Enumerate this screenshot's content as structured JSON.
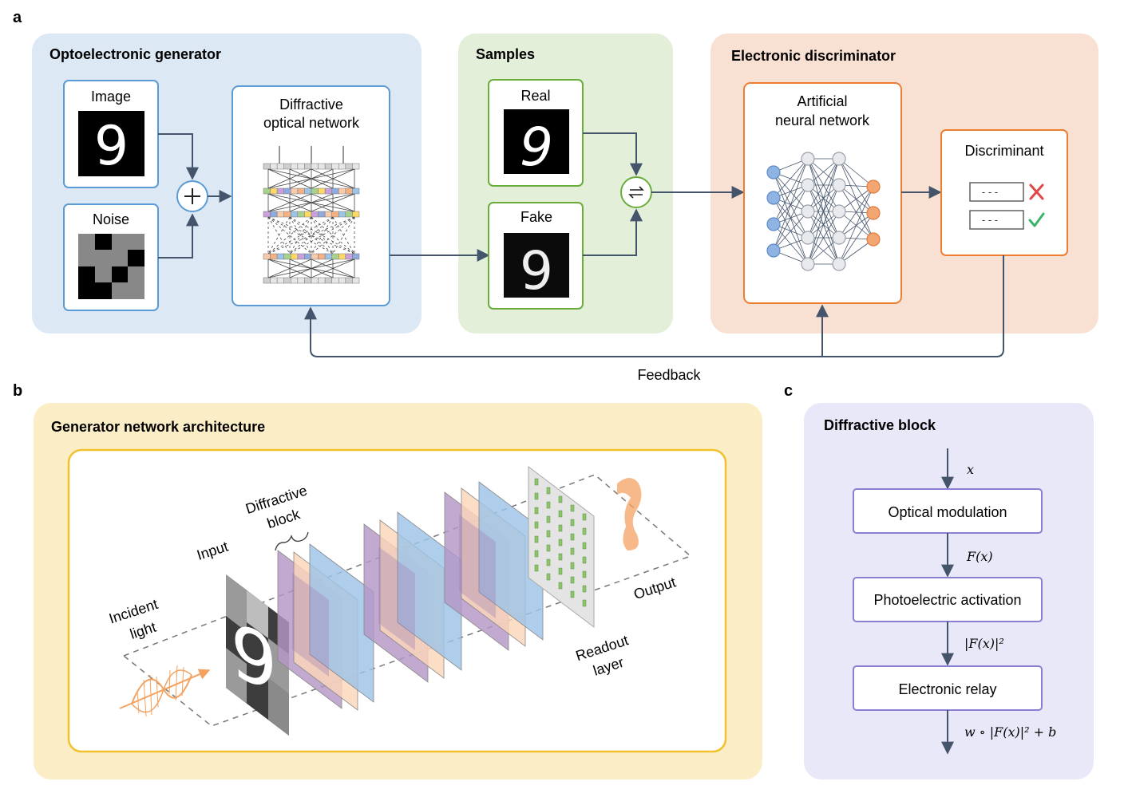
{
  "panel_labels": {
    "a": "a",
    "b": "b",
    "c": "c"
  },
  "panel_a": {
    "generator": {
      "title": "Optoelectronic generator",
      "image_label": "Image",
      "noise_label": "Noise",
      "dnn_label_line1": "Diffractive",
      "dnn_label_line2": "optical network",
      "image_digit": "9"
    },
    "samples": {
      "title": "Samples",
      "real_label": "Real",
      "fake_label": "Fake",
      "real_digit": "9",
      "fake_digit": "9"
    },
    "discriminator": {
      "title": "Electronic discriminator",
      "ann_label_line1": "Artificial",
      "ann_label_line2": "neural network",
      "discriminant_label": "Discriminant"
    },
    "feedback_label": "Feedback"
  },
  "panel_b": {
    "title": "Generator network architecture",
    "incident_line1": "Incident",
    "incident_line2": "light",
    "input_label": "Input",
    "block_line1": "Diffractive",
    "block_line2": "block",
    "output_label": "Output",
    "readout_line1": "Readout",
    "readout_line2": "layer",
    "input_digit": "9"
  },
  "panel_c": {
    "title": "Diffractive block",
    "box1": "Optical modulation",
    "box2": "Photoelectric activation",
    "box3": "Electronic relay",
    "expr_x": "x",
    "expr_fx": "F(x)",
    "expr_abs": "|F(x)|²",
    "expr_out": "w ∘ |F(x)|² + b"
  },
  "colors": {
    "generator_bg": "#dde8f5",
    "samples_bg": "#e3efd9",
    "discriminator_bg": "#f8e1d3",
    "panel_b_bg": "#fbeec7",
    "panel_c_bg": "#e9e8f8",
    "blue_border": "#5b9bd5",
    "green_border": "#6aad3d",
    "orange_border": "#ed7d31",
    "yellow_border": "#f2c12e",
    "purple_border": "#8a7fd0",
    "arrow": "#44546a"
  }
}
